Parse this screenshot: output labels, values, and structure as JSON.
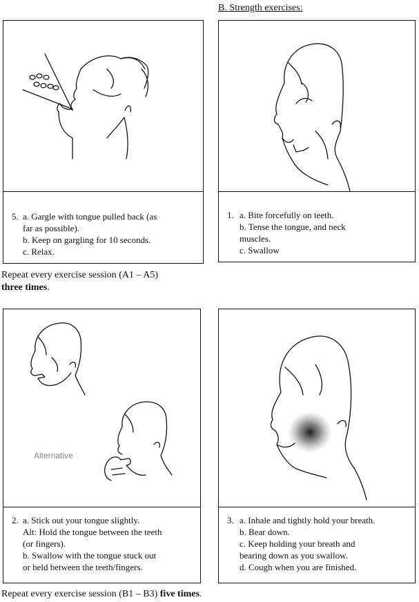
{
  "section_b_heading": "B. Strength exercises:",
  "panels": [
    {
      "number": "5.",
      "lines": [
        "a. Gargle with tongue pulled back (as",
        "far as possible).",
        "b. Keep on gargling for 10 seconds.",
        "c. Relax."
      ]
    },
    {
      "number": "1.",
      "lines": [
        "a. Bite forcefully on teeth.",
        "b. Tense the tongue, and neck",
        "muscles.",
        "c. Swallow"
      ]
    },
    {
      "number": "2.",
      "alt_label": "Alternative",
      "lines": [
        "a. Stick out your tongue slightly.",
        "Alt: Hold the tongue between the teeth",
        "(or fingers).",
        "b. Swallow with the tongue stuck out",
        "or held between the teeth/fingers."
      ]
    },
    {
      "number": "3.",
      "lines": [
        "a. Inhale and tightly hold your breath.",
        "b. Bear down.",
        "c. Keep holding your breath and",
        "bearing down as you swallow.",
        "d. Cough when you are finished."
      ]
    }
  ],
  "repeat_a": {
    "text": "Repeat every exercise session (A1 – A5)",
    "bold": "three times",
    "end": "."
  },
  "repeat_b": {
    "text": "Repeat every exercise session (B1 – B3) ",
    "bold": "five times",
    "end": "."
  }
}
